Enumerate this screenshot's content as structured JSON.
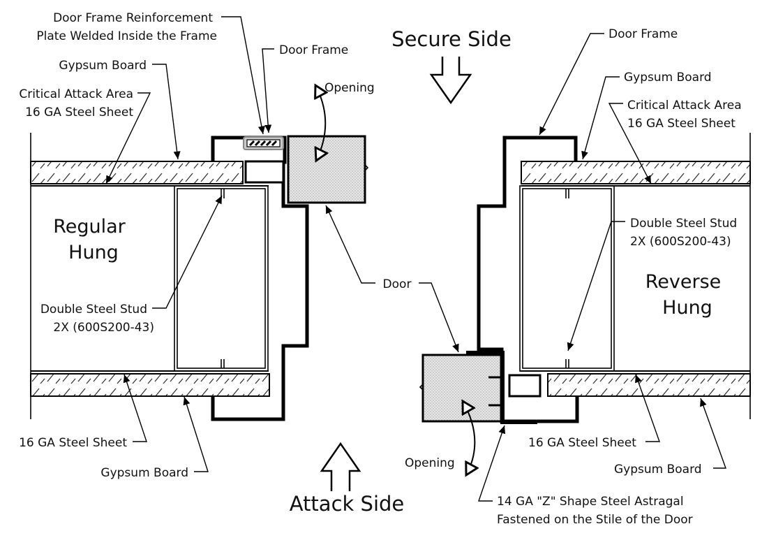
{
  "headings": {
    "secure_side": "Secure Side",
    "attack_side": "Attack Side",
    "regular_hung_line1": "Regular",
    "regular_hung_line2": "Hung",
    "reverse_hung_line1": "Reverse",
    "reverse_hung_line2": "Hung"
  },
  "left_labels": {
    "reinforcement_line1": "Door Frame Reinforcement",
    "reinforcement_line2": "Plate Welded Inside the Frame",
    "door_frame": "Door Frame",
    "gypsum_board_top": "Gypsum Board",
    "critical_line1": "Critical Attack Area",
    "critical_line2": "16 GA Steel Sheet",
    "opening": "Opening",
    "stud_line1": "Double Steel Stud",
    "stud_line2": "2X (600S200-43)",
    "steel_sheet_bottom": "16 GA Steel Sheet",
    "gypsum_board_bottom": "Gypsum Board"
  },
  "center_labels": {
    "door": "Door"
  },
  "right_labels": {
    "door_frame": "Door Frame",
    "gypsum_board_top": "Gypsum Board",
    "critical_line1": "Critical Attack Area",
    "critical_line2": "16 GA Steel Sheet",
    "stud_line1": "Double Steel Stud",
    "stud_line2": "2X (600S200-43)",
    "steel_sheet_bottom": "16 GA Steel Sheet",
    "gypsum_board_bottom": "Gypsum Board",
    "opening": "Opening",
    "astragal_line1": "14 GA \"Z\" Shape Steel Astragal",
    "astragal_line2": "Fastened on the Stile of the Door"
  }
}
